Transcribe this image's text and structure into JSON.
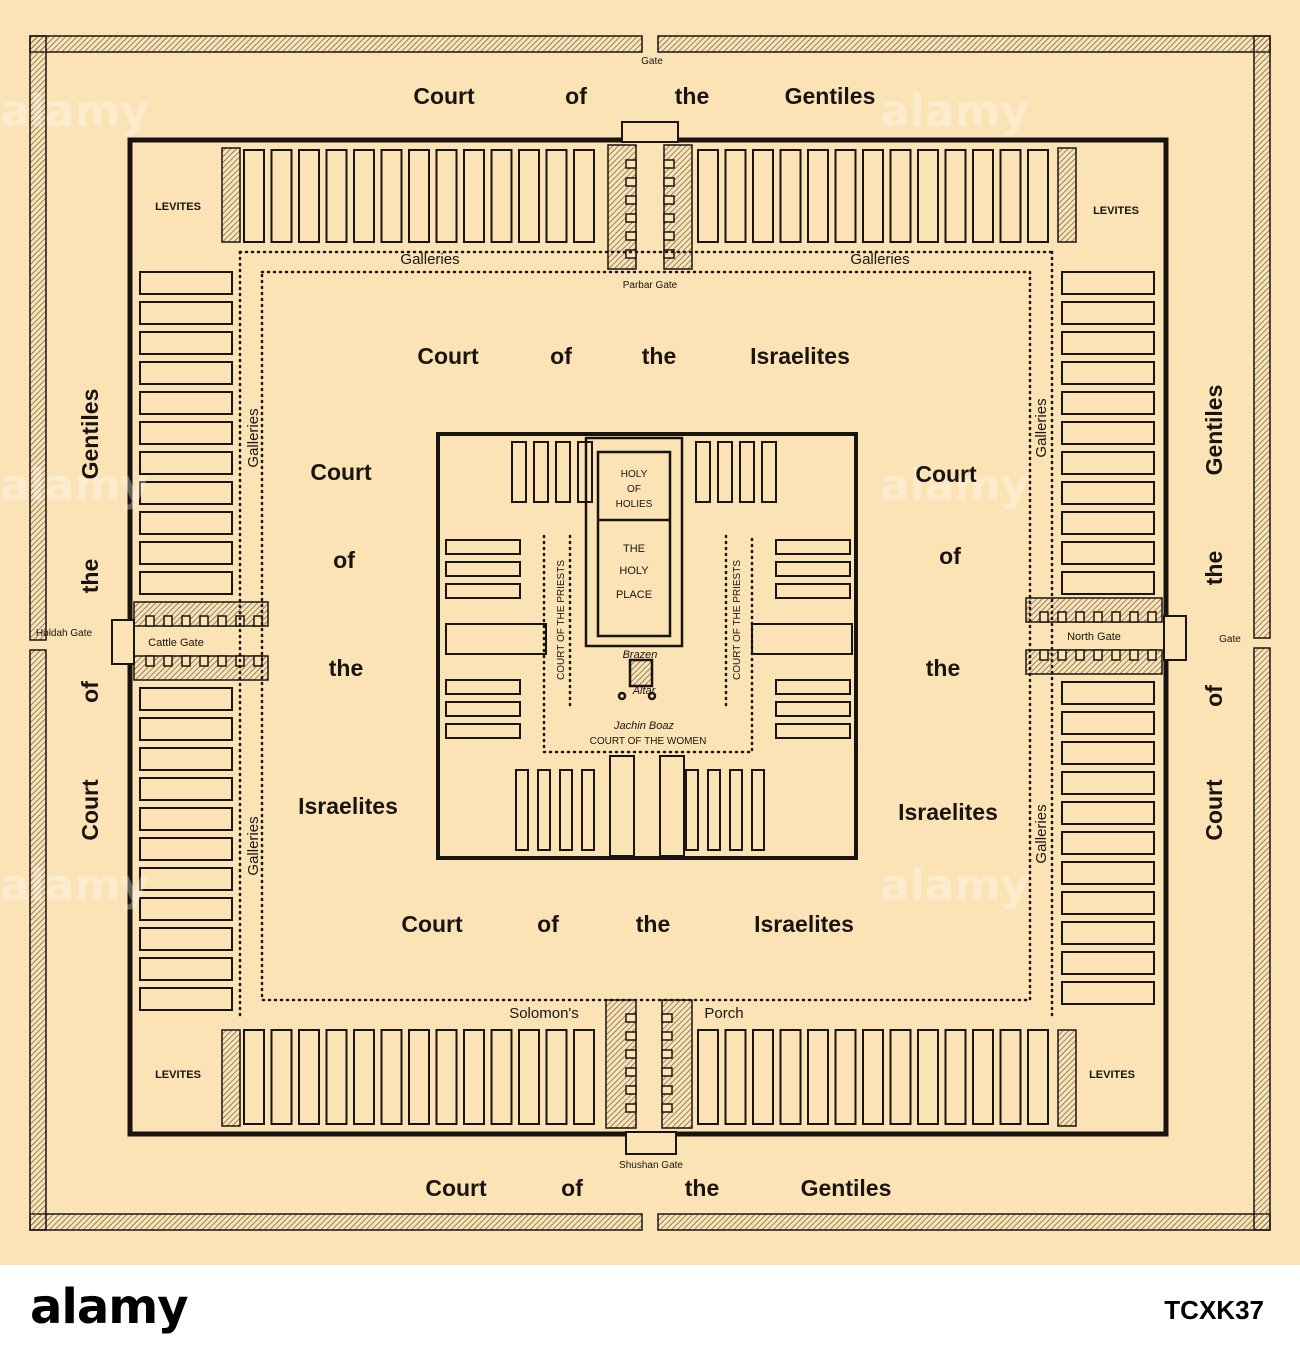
{
  "outer": {
    "top_gate": "Gate",
    "right_gate": "Gate",
    "left_gate": "Holdah Gate",
    "bottom_gate": "Shushan Gate",
    "gentiles_top": [
      "Court",
      "of",
      "the",
      "Gentiles"
    ],
    "gentiles_bottom": [
      "Court",
      "of",
      "the",
      "Gentiles"
    ],
    "gentiles_left": [
      "Court",
      "of",
      "the",
      "Gentiles"
    ],
    "gentiles_right": [
      "Court",
      "of",
      "the",
      "Gentiles"
    ]
  },
  "inner_wall": {
    "levites": "LEVITES",
    "galleries": "Galleries",
    "parbar_gate": "Parbar Gate",
    "cattle_gate": "Cattle Gate",
    "north_gate": "North Gate",
    "solomons": "Solomon's",
    "porch": "Porch"
  },
  "israelites": {
    "top": [
      "Court",
      "of",
      "the",
      "Israelites"
    ],
    "bottom": [
      "Court",
      "of",
      "the",
      "Israelites"
    ],
    "left": [
      "Court",
      "of",
      "the",
      "Israelites"
    ],
    "right": [
      "Court",
      "of",
      "the",
      "Israelites"
    ]
  },
  "sanctuary": {
    "holy_of_holies": [
      "HOLY",
      "OF",
      "HOLIES"
    ],
    "holy_place": [
      "THE",
      "HOLY",
      "PLACE"
    ],
    "court_priests": "COURT OF THE PRIESTS",
    "brazen": "Brazen",
    "altar": "Altar",
    "jachin_boaz": "Jachin Boaz",
    "court_women": "COURT OF THE WOMEN"
  },
  "watermark": "alamy",
  "footer": {
    "brand": "alamy",
    "image_code": "TCXK37"
  },
  "colors": {
    "paper": "#fbe3b6",
    "ink": "#1a1410",
    "hatch": "#7a6a55"
  }
}
